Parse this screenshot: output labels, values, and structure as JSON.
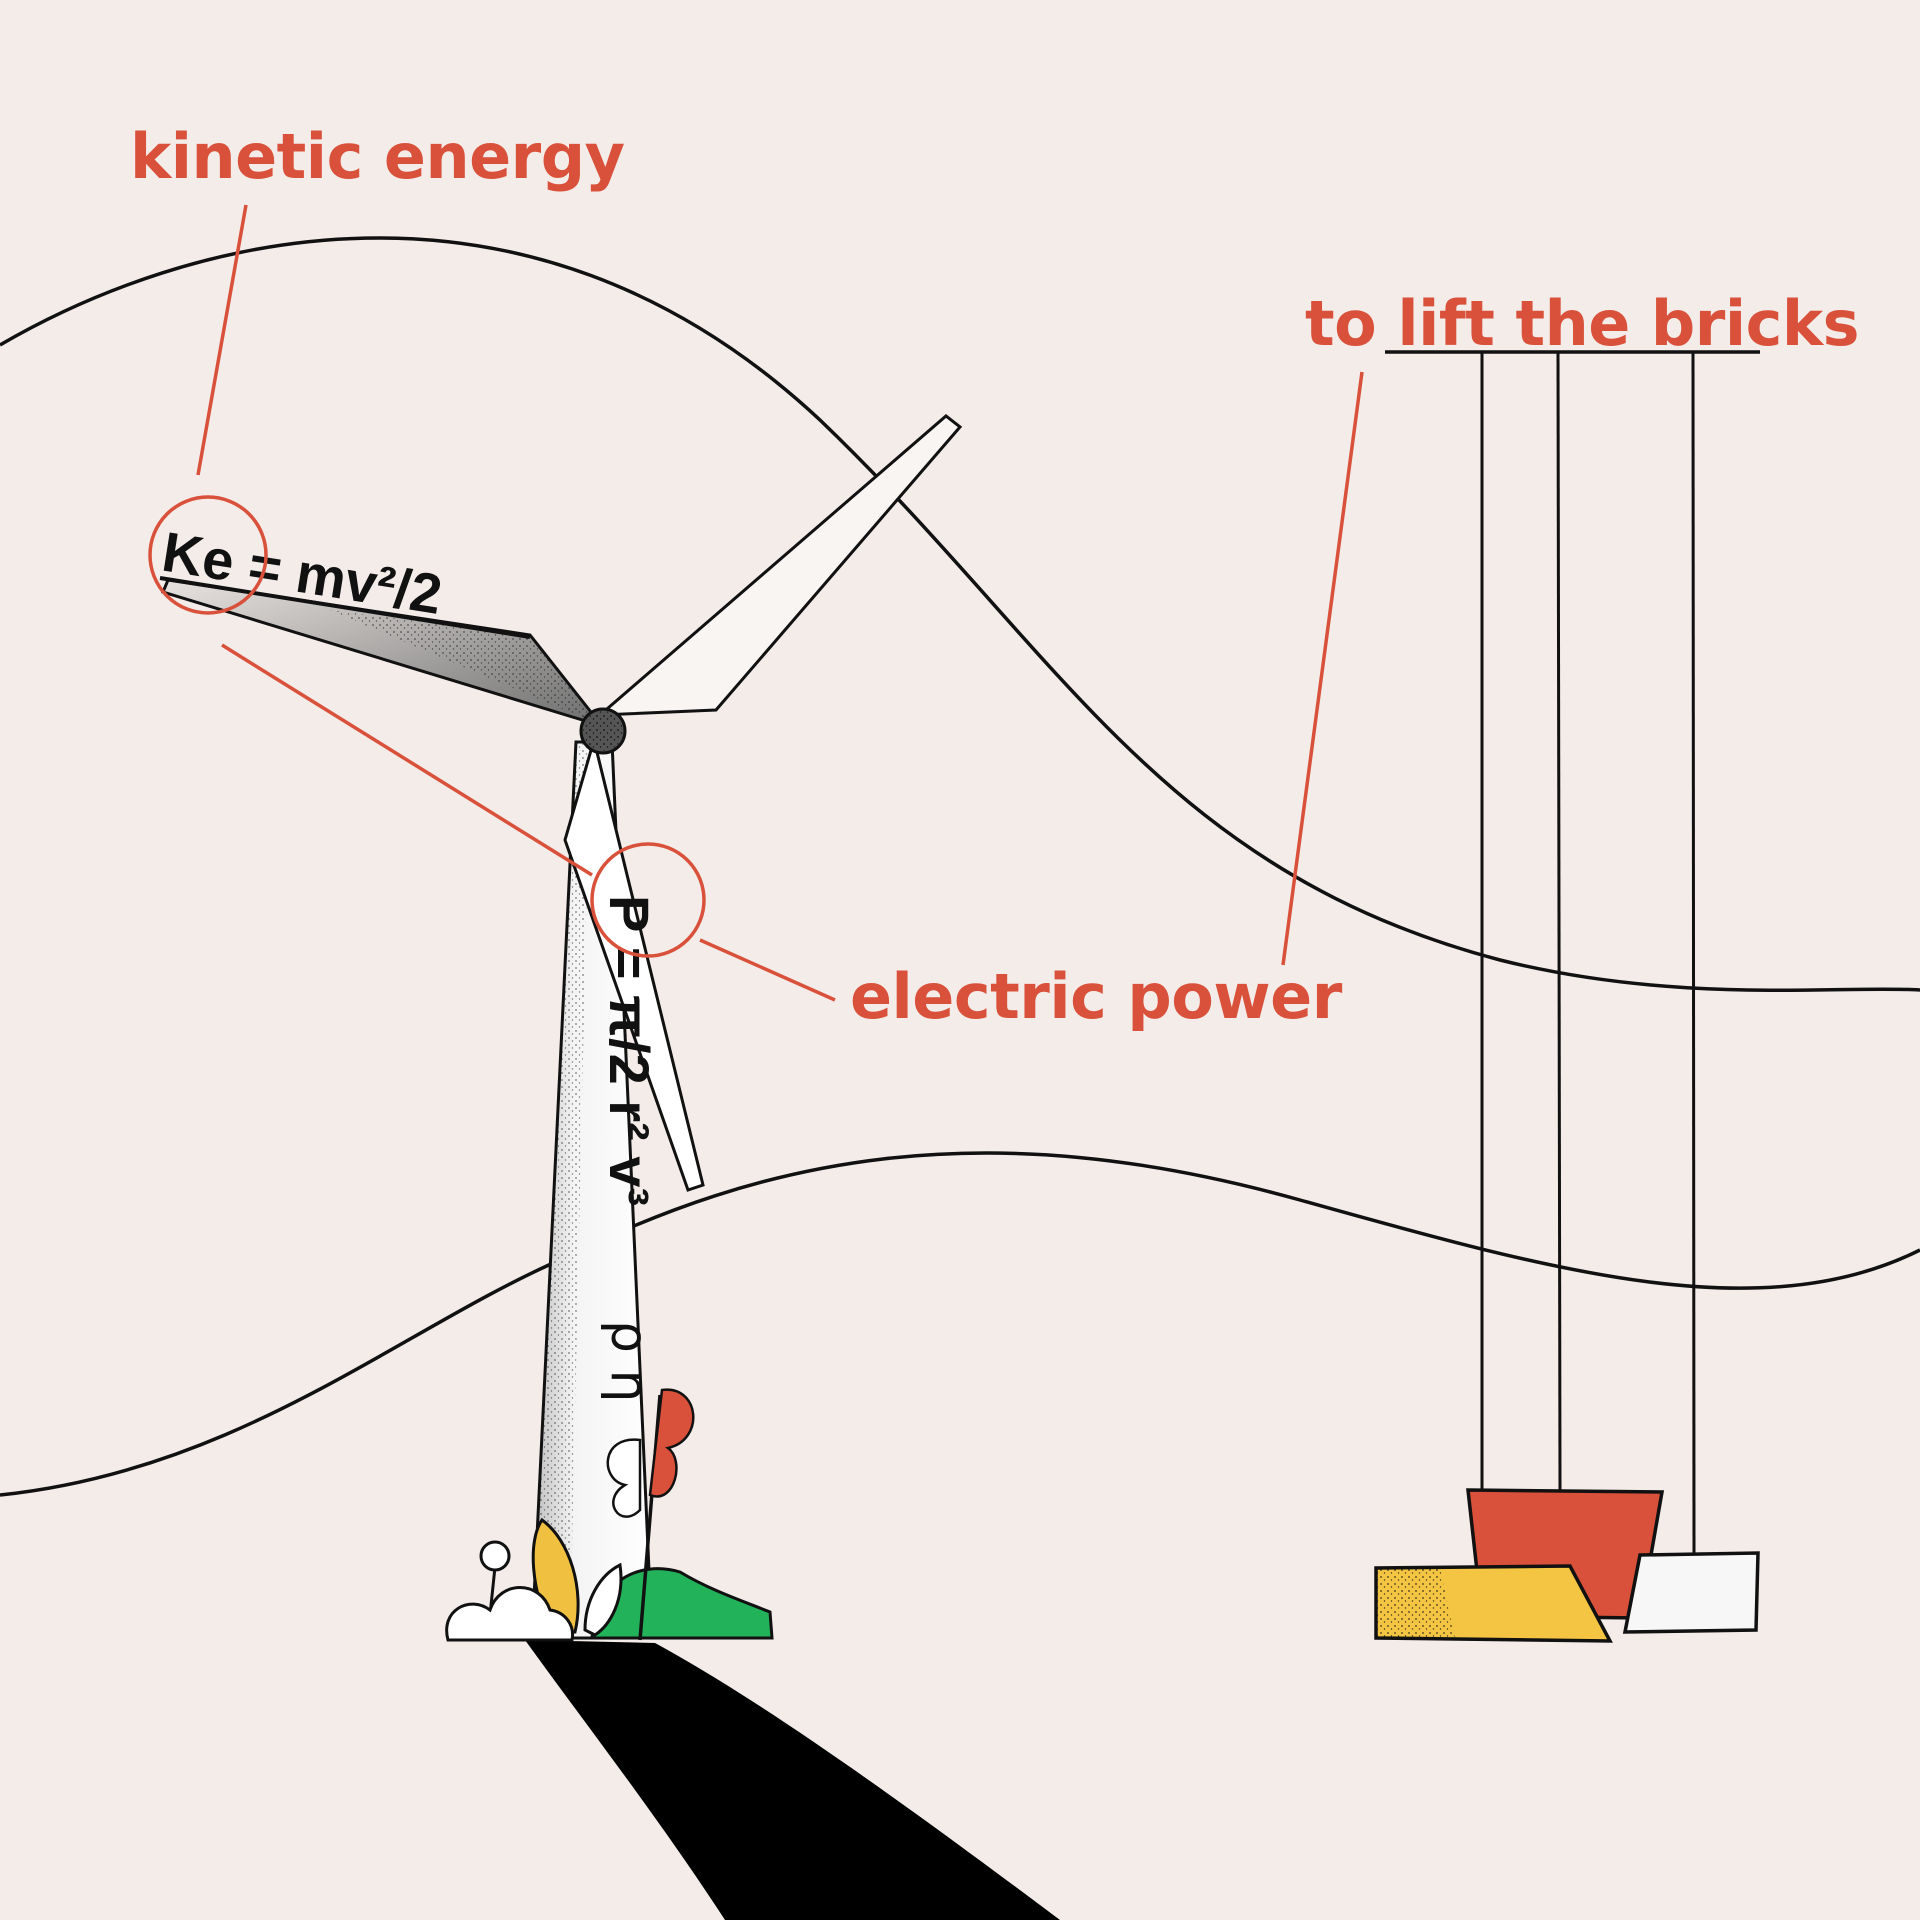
{
  "labels": {
    "kinetic_energy": "kinetic energy",
    "electric_power": "electric power",
    "lift_bricks": "to lift the bricks"
  },
  "formulas": {
    "kinetic": "Ke = mv²/2",
    "power": "P = π/2 r² v³",
    "power_tail": "ρ η"
  },
  "colors": {
    "background": "#f3ece9",
    "accent": "#d9513a",
    "ink": "#111111",
    "brick_red": "#d9513a",
    "brick_yellow": "#f4c542",
    "brick_white": "#f7f7f7",
    "grass_green": "#22b25a",
    "flower_yellow": "#f0c040"
  }
}
